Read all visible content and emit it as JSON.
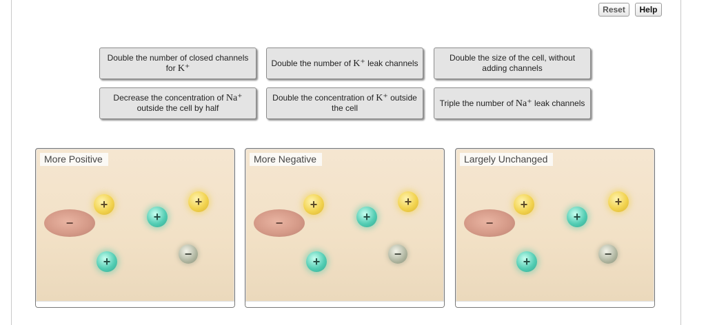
{
  "toolbar": {
    "reset_label": "Reset",
    "help_label": "Help"
  },
  "tiles": [
    {
      "pre": "Double the number of closed channels for ",
      "ion": "K⁺",
      "post": ""
    },
    {
      "pre": "Double the number of ",
      "ion": "K⁺",
      "post": " leak channels"
    },
    {
      "pre": "Double the size of the cell, without adding channels",
      "ion": "",
      "post": ""
    },
    {
      "pre": "Decrease the concentration of ",
      "ion": "Na⁺",
      "post": " outside the cell by half"
    },
    {
      "pre": "Double the concentration of ",
      "ion": "K⁺",
      "post": " outside the cell"
    },
    {
      "pre": "Triple the number of ",
      "ion": "Na⁺",
      "post": " leak channels"
    }
  ],
  "bins": [
    {
      "label": "More Positive"
    },
    {
      "label": "More Negative"
    },
    {
      "label": "Largely Unchanged"
    }
  ],
  "ion_glyphs": {
    "plus": "+",
    "minus": "−"
  },
  "colors": {
    "yellow_ion": "#f2d34f",
    "green_ion": "#54cdb4",
    "gray_ion": "#aeb49e",
    "oval_ion": "#d59a88",
    "tile_bg": "#e4e4e4",
    "bin_bg": "#f2e1c6"
  }
}
